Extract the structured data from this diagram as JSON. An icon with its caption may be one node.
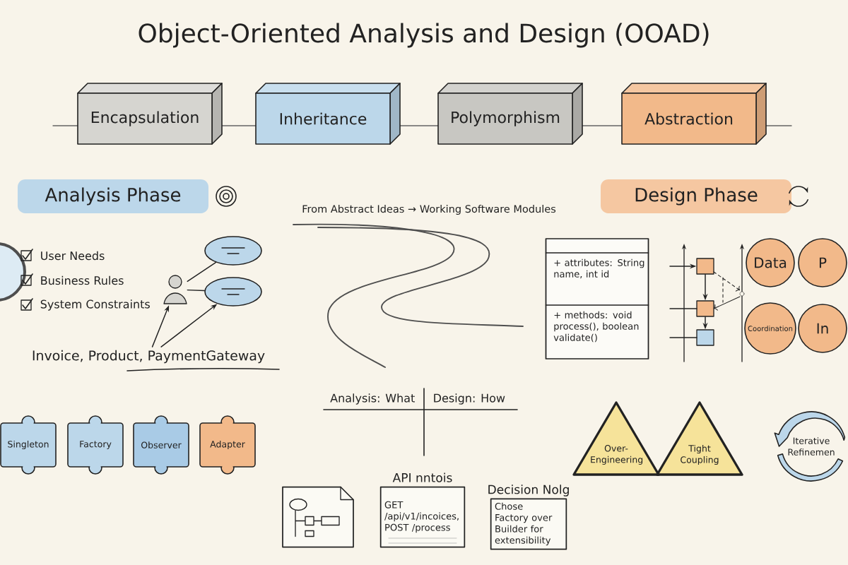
{
  "diagram": {
    "title": "Object-Oriented Analysis and Design (OOAD)",
    "nodes": [
      {
        "text": [
          "Encapsulation"
        ]
      },
      {
        "text": [
          "Inheritance"
        ]
      },
      {
        "text": [
          "Polymorphism"
        ]
      },
      {
        "text": [
          "Abstraction"
        ]
      },
      {
        "text": [
          "Analysis Phase"
        ]
      },
      {
        "text": [
          "Design Phase"
        ]
      },
      {
        "text": [],
        "shape": "person"
      },
      {
        "text": [],
        "shape": "bubble"
      },
      {
        "text": [],
        "shape": "bubble"
      },
      {
        "text": [
          "Invoice, Product, PaymentGateway"
        ]
      },
      {
        "text": [
          "+ attributes: String name, int id",
          "+ methods: void process(), boolean validate()"
        ]
      },
      {
        "text": [],
        "shape": "box"
      },
      {
        "text": [],
        "shape": "box"
      },
      {
        "text": [],
        "shape": "box"
      },
      {
        "text": [
          "Data"
        ]
      },
      {
        "text": [
          "P"
        ]
      },
      {
        "text": [
          "Coordination"
        ]
      },
      {
        "text": [
          "In"
        ]
      },
      {
        "text": [
          "Singleton"
        ]
      },
      {
        "text": [
          "Factory"
        ]
      },
      {
        "text": [
          "Observer"
        ]
      },
      {
        "text": [
          "Adapter"
        ]
      },
      {
        "text": [
          "Over- Engineering"
        ]
      },
      {
        "text": [
          "Tight Coupling"
        ]
      },
      {
        "text": [
          "Iterative Refinemen"
        ]
      },
      {
        "text": [],
        "shape": "picture"
      },
      {
        "text": [
          "API nntois",
          "GET /api/v1/incoices, POST /process"
        ]
      },
      {
        "text": [
          "Decision Nolg",
          "Chose Factory over Builder for extensibility"
        ]
      }
    ],
    "edges": [
      {
        "from": 6,
        "to": 7,
        "arrow": "none"
      },
      {
        "from": 6,
        "to": 8,
        "arrow": "none"
      },
      {
        "from": 9,
        "to": 6,
        "arrow": "to"
      },
      {
        "from": 9,
        "to": 8,
        "arrow": "to"
      },
      {
        "from": null,
        "to": 11,
        "arrow": "to"
      },
      {
        "from": 11,
        "to": 12,
        "arrow": "to"
      },
      {
        "from": 12,
        "to": 13,
        "arrow": "to"
      }
    ],
    "labels": [
      "User Needs",
      "Business Rules",
      "System Constraints",
      "From Abstract Ideas → Working Software Modules",
      "Analysis: What",
      "Design: How"
    ]
  }
}
